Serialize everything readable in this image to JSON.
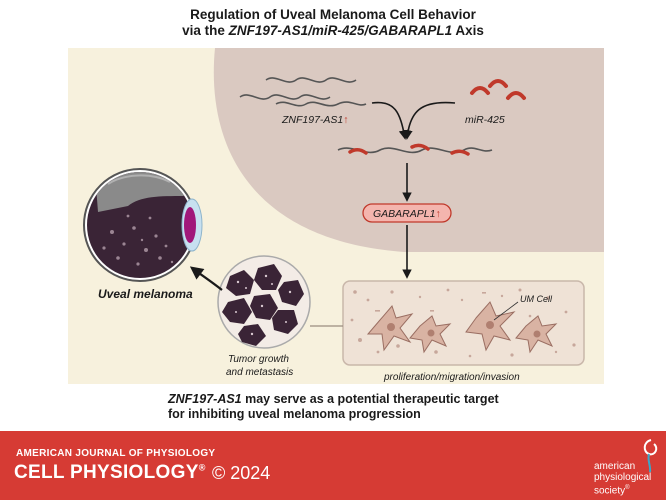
{
  "title": {
    "line1": "Regulation of Uveal Melanoma Cell Behavior",
    "line2_prefix": "via the ",
    "line2_italic": "ZNF197-AS1/miR-425/GABARAPL1",
    "line2_suffix": " Axis"
  },
  "diagram": {
    "lncrna_label": "ZNF197-AS1",
    "mirna_label": "miR-425",
    "target_label": "GABARAPL1",
    "um_cell_label": "UM Cell",
    "tissue_caption": "proliferation/migration/invasion",
    "tumor_caption_line1": "Tumor growth",
    "tumor_caption_line2": "and metastasis",
    "eye_label": "Uveal melanoma",
    "up_arrow": "↑"
  },
  "conclusion": {
    "bold_italic": "ZNF197-AS1",
    "line1_rest": " may serve as a potential therapeutic target",
    "line2": "for inhibiting uveal melanoma progression"
  },
  "footer": {
    "journal": "AMERICAN JOURNAL OF PHYSIOLOGY",
    "section": "CELL PHYSIOLOGY",
    "trademark": "®",
    "year": "© 2024",
    "society_line1": "american",
    "society_line2": "physiological",
    "society_line3": "society",
    "society_trademark": "®"
  },
  "colors": {
    "panel_bg": "#f7f1dd",
    "cell_bg": "#dac9c1",
    "mirna_red": "#c0392b",
    "footer_red": "#d63b34",
    "tumor_dark": "#3a2436"
  }
}
